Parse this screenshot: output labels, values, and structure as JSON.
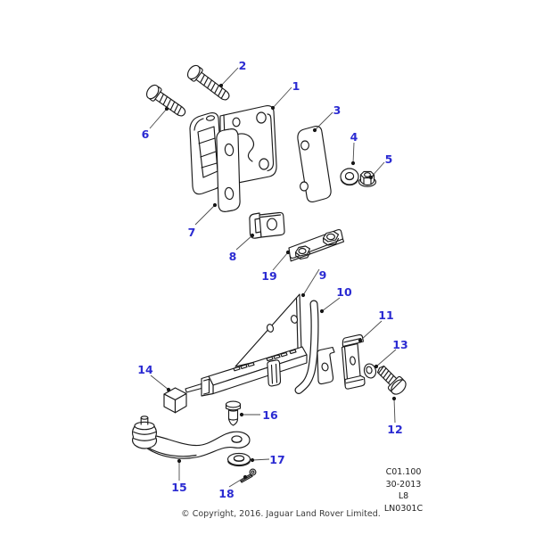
{
  "diagram": {
    "callout_color": "#2b2bd2",
    "line_color": "#1a1a1a",
    "background": "#ffffff",
    "callouts": [
      {
        "label": "1"
      },
      {
        "label": "2"
      },
      {
        "label": "3"
      },
      {
        "label": "4"
      },
      {
        "label": "5"
      },
      {
        "label": "6"
      },
      {
        "label": "7"
      },
      {
        "label": "8"
      },
      {
        "label": "9"
      },
      {
        "label": "10"
      },
      {
        "label": "11"
      },
      {
        "label": "12"
      },
      {
        "label": "13"
      },
      {
        "label": "14"
      },
      {
        "label": "15"
      },
      {
        "label": "16"
      },
      {
        "label": "17"
      },
      {
        "label": "18"
      },
      {
        "label": "19"
      }
    ]
  },
  "ref_block": {
    "line1": "C01.100",
    "line2": "30-2013",
    "line3": "L8",
    "line4": "LN0301C"
  },
  "footer": {
    "copyright": "© Copyright, 2016. Jaguar Land Rover Limited."
  }
}
